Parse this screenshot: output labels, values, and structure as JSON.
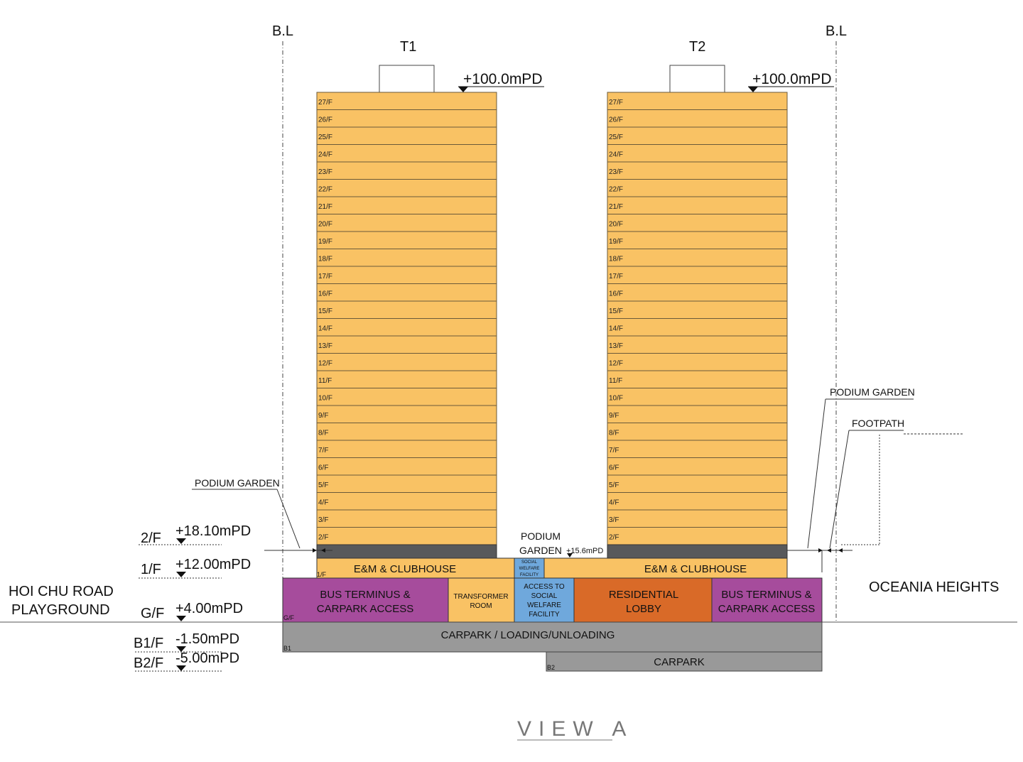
{
  "boundary_line_label": "B.L",
  "towers": [
    {
      "name": "T1",
      "top_level": "+100.0mPD"
    },
    {
      "name": "T2",
      "top_level": "+100.0mPD"
    }
  ],
  "tower_floors": [
    "27/F",
    "26/F",
    "25/F",
    "24/F",
    "23/F",
    "22/F",
    "21/F",
    "20/F",
    "19/F",
    "18/F",
    "17/F",
    "16/F",
    "15/F",
    "14/F",
    "13/F",
    "12/F",
    "11/F",
    "10/F",
    "9/F",
    "8/F",
    "7/F",
    "6/F",
    "5/F",
    "4/F",
    "3/F",
    "2/F"
  ],
  "levels": [
    {
      "name": "2/F",
      "mpd": "+18.10mPD"
    },
    {
      "name": "1/F",
      "mpd": "+12.00mPD"
    },
    {
      "name": "G/F",
      "mpd": "+4.00mPD"
    },
    {
      "name": "B1/F",
      "mpd": "-1.50mPD"
    },
    {
      "name": "B2/F",
      "mpd": "-5.00mPD"
    }
  ],
  "podium_garden_center": {
    "line1": "PODIUM",
    "line2": "GARDEN",
    "level": "+15.6mPD"
  },
  "callouts": {
    "podium_garden_left": "PODIUM GARDEN",
    "podium_garden_right": "PODIUM GARDEN",
    "footpath": "FOOTPATH"
  },
  "floor_tags": {
    "first": "1/F",
    "ground": "G/F",
    "b1": "B1",
    "b2": "B2"
  },
  "blocks": {
    "em_left": "E&M & CLUBHOUSE",
    "em_right": "E&M & CLUBHOUSE",
    "social_small": [
      "SOCIAL",
      "WELFARE",
      "FACILITY"
    ],
    "bus_left": [
      "BUS TERMINUS &",
      "CARPARK ACCESS"
    ],
    "transformer": [
      "TRANSFORMER",
      "ROOM"
    ],
    "access_social": [
      "ACCESS TO",
      "SOCIAL",
      "WELFARE",
      "FACILITY"
    ],
    "residential": [
      "RESIDENTIAL",
      "LOBBY"
    ],
    "bus_right": [
      "BUS TERMINUS &",
      "CARPARK ACCESS"
    ],
    "carpark_b1": "CARPARK / LOADING/UNLOADING",
    "carpark_b2": "CARPARK"
  },
  "sides": {
    "left": [
      "HOI CHU ROAD",
      "PLAYGROUND"
    ],
    "right": "OCEANIA HEIGHTS"
  },
  "view_title": "VIEW A",
  "colors": {
    "tower": "#F9C264",
    "podium_slab": "#58595B",
    "em": "#F9C264",
    "bus": "#A64C9C",
    "transformer": "#F9C264",
    "social": "#6FA8DC",
    "residential": "#D96A28",
    "carpark": "#999999",
    "outline": "#333333"
  }
}
